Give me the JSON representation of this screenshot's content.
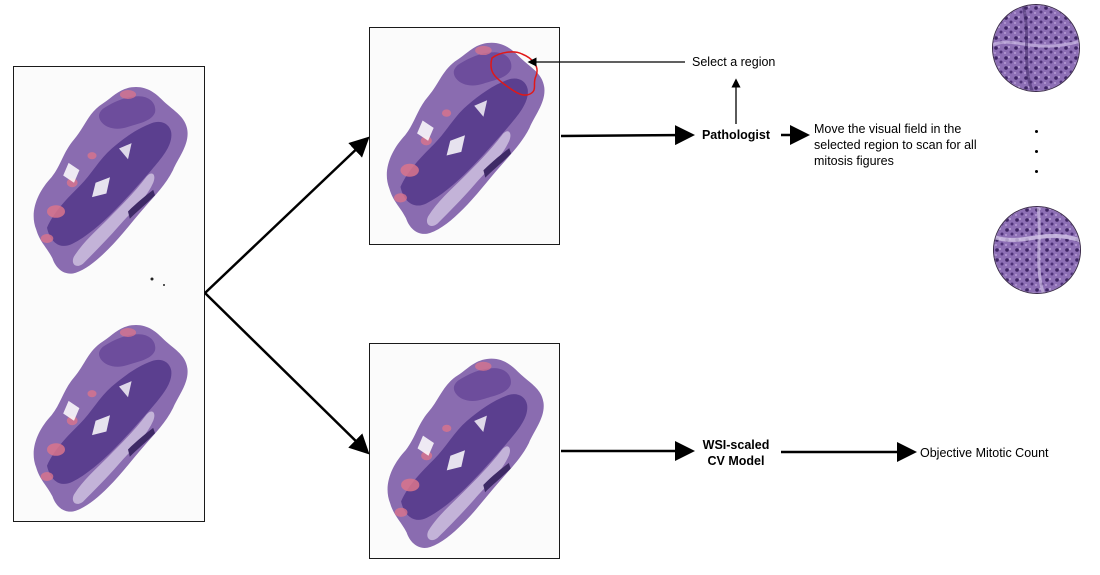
{
  "labels": {
    "select_region": "Select a region",
    "pathologist": "Pathologist",
    "move_field": "Move the visual field in the\nselected region to scan for all\nmitosis figures",
    "wsi_model": "WSI-scaled\nCV Model",
    "objective_count": "Objective Mitotic Count"
  },
  "colors": {
    "tissue_dark": "#5b3f8f",
    "tissue_mid": "#8a6cb0",
    "tissue_light": "#c3b3d8",
    "stain_pink": "#d9748c",
    "region_outline": "#e01818"
  },
  "icons": {
    "slide_images": "he-stained-tissue-slide",
    "zoom_views": "microscope-field-view"
  }
}
